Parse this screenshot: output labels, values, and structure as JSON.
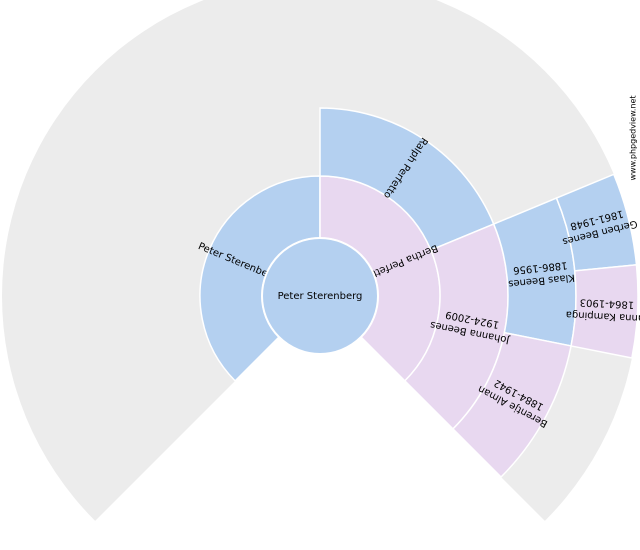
{
  "watermark": "www.phpgedview.net",
  "colors": {
    "background_ring": "#ececec",
    "male": "#b4d0f0",
    "female": "#e8d8f0",
    "separator": "#ffffff"
  },
  "root": {
    "name": "Peter Sterenberg",
    "sex": "male"
  },
  "people": [
    {
      "id": "father",
      "gen": 1,
      "slot": 0,
      "name": "Peter Sterenberg",
      "dates": "",
      "sex": "male"
    },
    {
      "id": "mother",
      "gen": 1,
      "slot": 1,
      "name": "Bertha Perfetto",
      "dates": "",
      "sex": "female"
    },
    {
      "id": "mat-grandfather",
      "gen": 2,
      "slot": 2,
      "name": "Ralph Perfetto",
      "dates": "",
      "sex": "male"
    },
    {
      "id": "mat-grandmother",
      "gen": 2,
      "slot": 3,
      "name": "Johanna Beenes",
      "dates": "1924-2009",
      "sex": "female"
    },
    {
      "id": "gen3-klaas",
      "gen": 3,
      "slot": 6,
      "name": "Klaas Beenes",
      "dates": "1886-1956",
      "sex": "male"
    },
    {
      "id": "gen3-berentje",
      "gen": 3,
      "slot": 7,
      "name": "Berentje Alman",
      "dates": "1884-1942",
      "sex": "female"
    },
    {
      "id": "gen4-gerben",
      "gen": 4,
      "slot": 12,
      "name": "Gerben Beenes",
      "dates": "1861-1948",
      "sex": "male"
    },
    {
      "id": "gen4-janna",
      "gen": 4,
      "slot": 13,
      "name": "Janna Kampinga",
      "dates": "1864-1903",
      "sex": "female"
    }
  ]
}
